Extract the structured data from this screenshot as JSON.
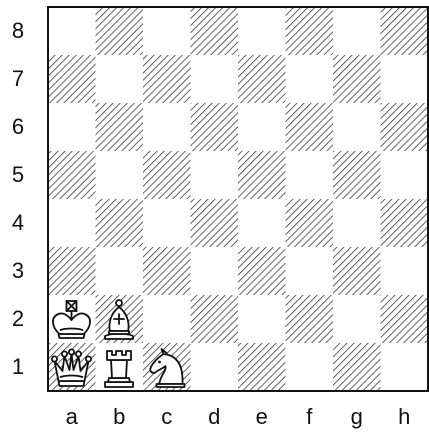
{
  "board": {
    "ranks": [
      "8",
      "7",
      "6",
      "5",
      "4",
      "3",
      "2",
      "1"
    ],
    "files": [
      "a",
      "b",
      "c",
      "d",
      "e",
      "f",
      "g",
      "h"
    ],
    "dark_square_style": "diagonal-hatch",
    "pieces": [
      {
        "square": "a2",
        "color": "white",
        "piece": "king",
        "icon": "white-king-icon"
      },
      {
        "square": "b2",
        "color": "white",
        "piece": "bishop",
        "icon": "white-bishop-icon"
      },
      {
        "square": "a1",
        "color": "white",
        "piece": "queen",
        "icon": "white-queen-icon"
      },
      {
        "square": "b1",
        "color": "white",
        "piece": "rook",
        "icon": "white-rook-icon"
      },
      {
        "square": "c1",
        "color": "white",
        "piece": "knight",
        "icon": "white-knight-icon"
      }
    ]
  }
}
